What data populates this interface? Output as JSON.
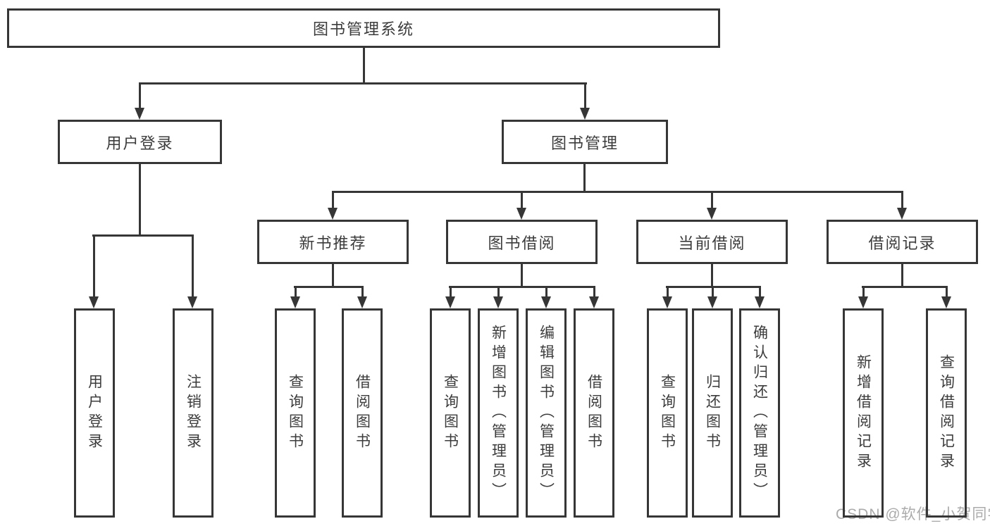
{
  "diagram": {
    "title": "图书管理系统",
    "nodes": {
      "root": "图书管理系统",
      "user_login": "用户登录",
      "book_management": "图书管理",
      "new_book_recommend": "新书推荐",
      "book_borrow": "图书借阅",
      "current_borrow": "当前借阅",
      "borrow_records": "借阅记录",
      "leaf_user_login": "用户登录",
      "leaf_logout_login": "注销登录",
      "leaf_recommend_search_books": "查询图书",
      "leaf_recommend_borrow_books": "借阅图书",
      "leaf_borrow_search_books": "查询图书",
      "leaf_borrow_add_books_admin": "新增图书（管理员）",
      "leaf_borrow_edit_books_admin": "编辑图书（管理员）",
      "leaf_borrow_borrow_books": "借阅图书",
      "leaf_current_search_books": "查询图书",
      "leaf_current_return_books": "归还图书",
      "leaf_current_confirm_return_admin": "确认归还（管理员）",
      "leaf_records_add_record": "新增借阅记录",
      "leaf_records_search_record": "查询借阅记录"
    },
    "colors": {
      "line": "#363636",
      "text": "#3c3c3c",
      "watermark": "#ababab",
      "background": "#ffffff"
    },
    "watermark": "CSDN @软件_小贺同学"
  }
}
